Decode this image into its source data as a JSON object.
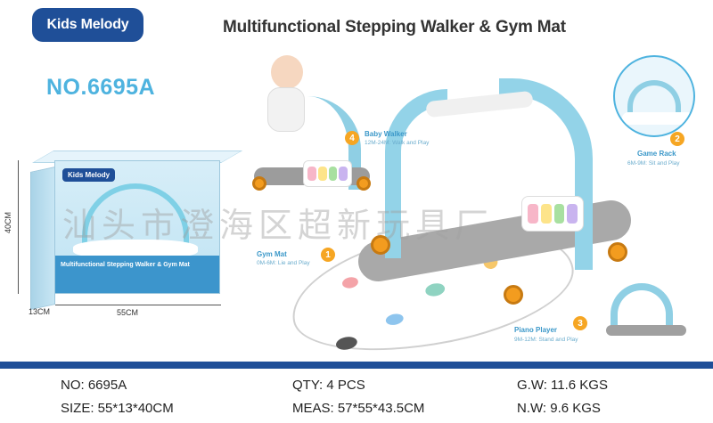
{
  "brand": "Kids Melody",
  "title": "Multifunctional Stepping Walker & Gym Mat",
  "model": "NO.6695A",
  "package": {
    "logo": "Kids Melody",
    "title": "Multifunctional Stepping Walker & Gym Mat",
    "dim_width": "55CM",
    "dim_height": "40CM",
    "dim_depth": "13CM"
  },
  "features": [
    {
      "num": "1",
      "title": "Gym Mat",
      "sub": "0M-6M: Lie and Play"
    },
    {
      "num": "2",
      "title": "Game Rack",
      "sub": "6M-9M: Sit and Play"
    },
    {
      "num": "3",
      "title": "Piano Player",
      "sub": "9M-12M: Stand and Play"
    },
    {
      "num": "4",
      "title": "Baby Walker",
      "sub": "12M-24M: Walk and Play"
    }
  ],
  "watermark": "汕头市澄海区超新玩具厂",
  "colors": {
    "brand_blue": "#1f4f98",
    "accent_blue": "#4eb3df",
    "badge_orange": "#f6a623"
  },
  "specs": {
    "no": "NO: 6695A",
    "size": "SIZE: 55*13*40CM",
    "qty": "QTY: 4 PCS",
    "meas": "MEAS: 57*55*43.5CM",
    "gw": "G.W: 11.6 KGS",
    "nw": "N.W: 9.6 KGS"
  }
}
